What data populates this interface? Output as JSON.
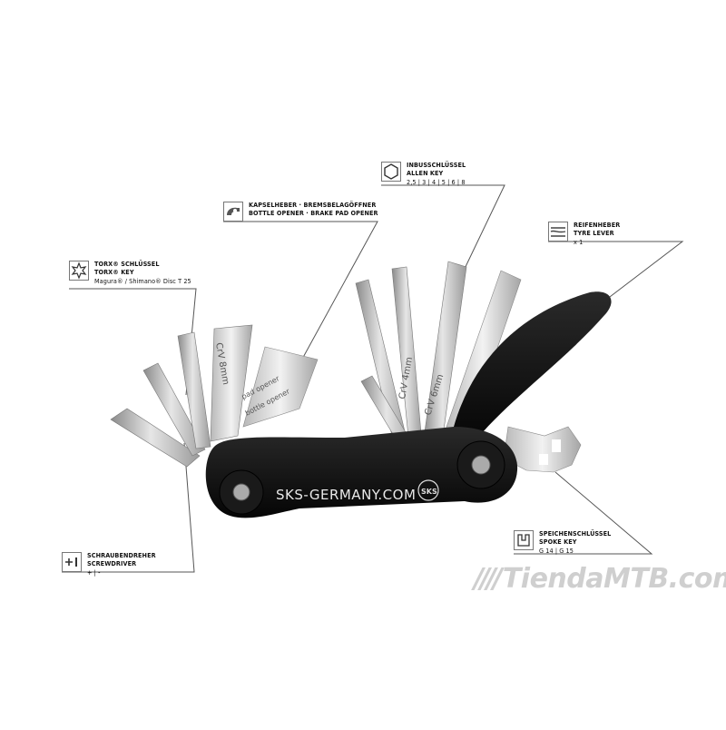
{
  "labels": {
    "allen": {
      "title_de": "INBUSSCHLÜSSEL",
      "title_en": "ALLEN KEY",
      "sizes": "2,5 | 3 | 4 | 5 | 6 | 8",
      "icon": "hexagon-icon"
    },
    "bottle": {
      "title_de": "KAPSELHEBER · BREMSBELAGÖFFNER",
      "title_en": "BOTTLE OPENER · BRAKE PAD OPENER",
      "icon": "bottle-opener-icon"
    },
    "tyre": {
      "title_de": "REIFENHEBER",
      "title_en": "TYRE LEVER",
      "count": "x 1",
      "icon": "tyre-lever-icon"
    },
    "torx": {
      "title_de": "TORX® SCHLÜSSEL",
      "title_en": "TORX® KEY",
      "detail": "Magura® / Shimano® Disc T 25",
      "icon": "torx-star-icon"
    },
    "spoke": {
      "title_de": "SPEICHENSCHLÜSSEL",
      "title_en": "SPOKE KEY",
      "sizes": "G 14 | G 15",
      "icon": "spoke-key-icon"
    },
    "screw": {
      "title_de": "SCHRAUBENDREHER",
      "title_en": "SCREWDRIVER",
      "types": "+ | -",
      "icon": "screwdriver-icon"
    }
  },
  "tool": {
    "brand_text": "SKS-GERMANY.COM",
    "logo_text": "SKS",
    "etchings": [
      "CrV 8mm",
      "CrV 6mm",
      "CrV 4mm",
      "pad opener",
      "bottle opener"
    ]
  },
  "watermark": {
    "bars": "////",
    "text": "TiendaMTB.com"
  }
}
